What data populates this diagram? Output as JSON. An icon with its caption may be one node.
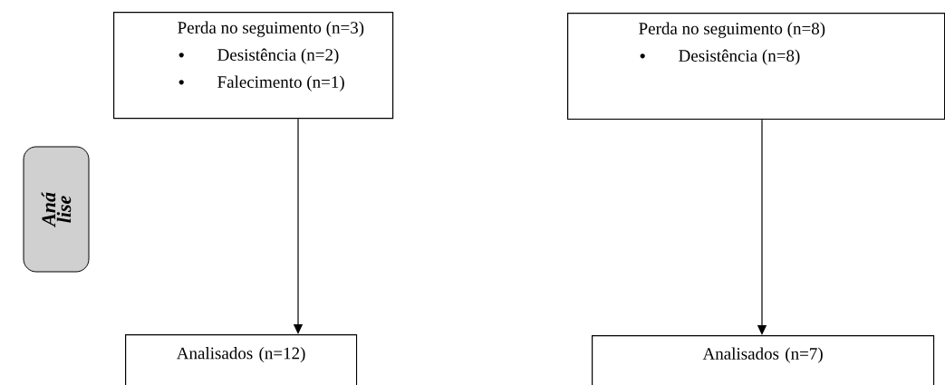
{
  "diagram": {
    "nodes": [
      {
        "text": [
          "Perda no seguimento (n=3)",
          "Desistência (n=2)",
          "Falecimento (n=1)"
        ]
      },
      {
        "text": [
          "Perda no seguimento (n=8)",
          "Desistência (n=8)"
        ]
      },
      {
        "text": [
          "Aná lise"
        ]
      },
      {
        "text": [
          "Analisados (n=12)"
        ]
      },
      {
        "text": [
          "Analisados (n=7)"
        ]
      }
    ],
    "edges": [
      {
        "from": 0,
        "to": 3,
        "arrow": "to"
      },
      {
        "from": 1,
        "to": 4,
        "arrow": "to"
      }
    ]
  }
}
